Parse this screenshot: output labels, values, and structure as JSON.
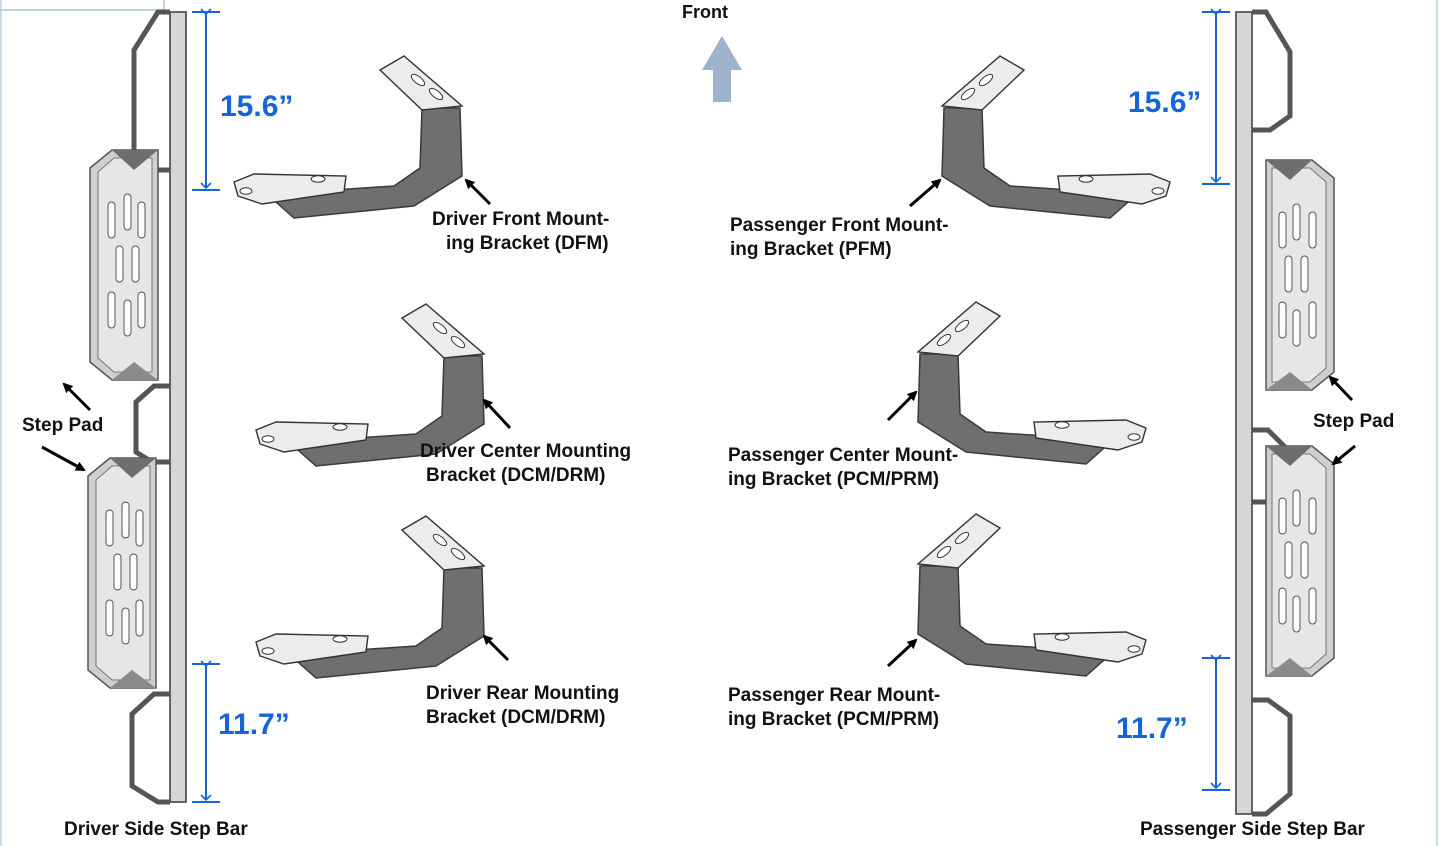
{
  "colors": {
    "dimension": "#1565d8",
    "bracket_face": "#6f6f6f",
    "bracket_edge": "#3a3a3a",
    "plate_fill": "#ececec",
    "bar_fill": "#dcdcdc",
    "pad_fill": "#c9c9c9",
    "arrow_front": "#9db3cb",
    "frame": "#a9c6d8"
  },
  "front_label": "Front",
  "driver": {
    "bar_label": "Driver Side Step Bar",
    "step_pad_label": "Step Pad",
    "dim_top": "15.6”",
    "dim_bottom": "11.7”",
    "front_bracket": [
      "Driver Front Mount-",
      "ing Bracket (DFM)"
    ],
    "center_bracket": [
      "Driver Center Mounting",
      "Bracket (DCM/DRM)"
    ],
    "rear_bracket": [
      "Driver Rear Mounting",
      "Bracket (DCM/DRM)"
    ]
  },
  "passenger": {
    "bar_label": "Passenger Side Step Bar",
    "step_pad_label": "Step Pad",
    "dim_top": "15.6”",
    "dim_bottom": "11.7”",
    "front_bracket": [
      "Passenger Front Mount-",
      "ing Bracket (PFM)"
    ],
    "center_bracket": [
      "Passenger Center Mount-",
      "ing Bracket (PCM/PRM)"
    ],
    "rear_bracket": [
      "Passenger Rear Mount-",
      "ing Bracket (PCM/PRM)"
    ]
  }
}
